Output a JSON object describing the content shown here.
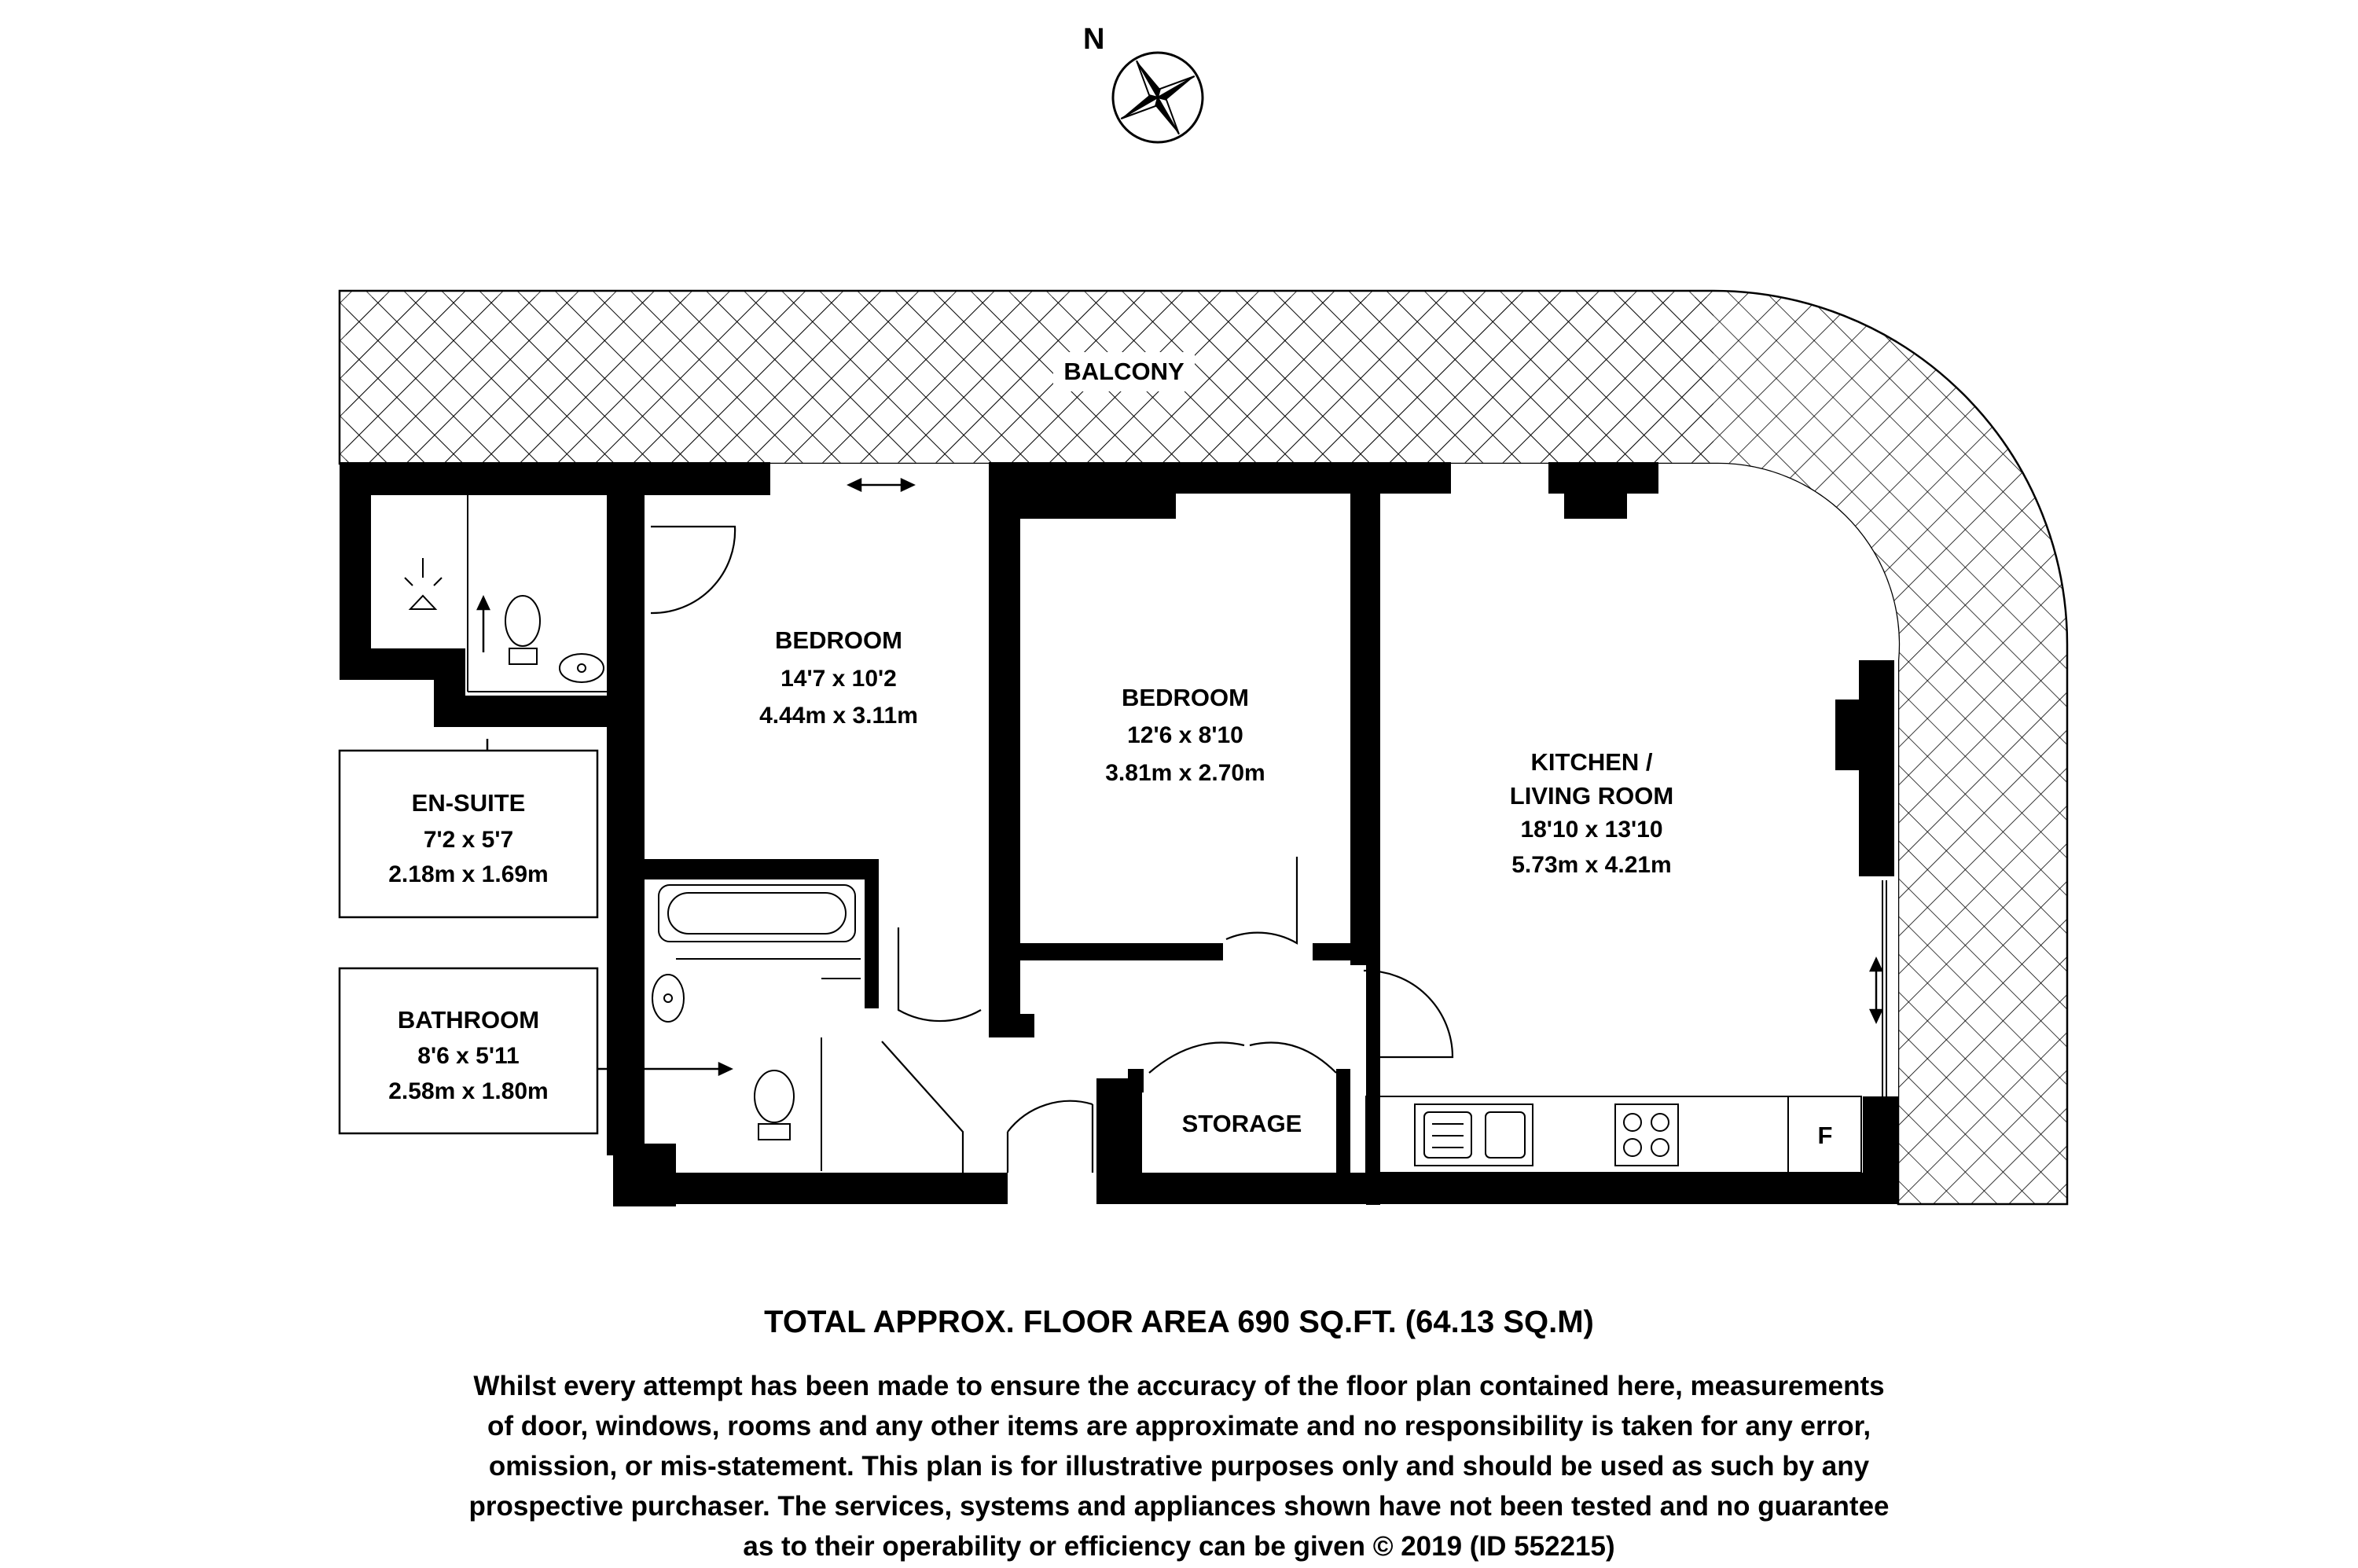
{
  "compass": {
    "label": "N"
  },
  "rooms": {
    "balcony": {
      "name": "BALCONY"
    },
    "bedroom1": {
      "name": "BEDROOM",
      "dim_imperial": "14'7 x 10'2",
      "dim_metric": "4.44m x 3.11m"
    },
    "bedroom2": {
      "name": "BEDROOM",
      "dim_imperial": "12'6 x 8'10",
      "dim_metric": "3.81m x 2.70m"
    },
    "kitchen": {
      "name_line1": "KITCHEN /",
      "name_line2": "LIVING ROOM",
      "dim_imperial": "18'10 x 13'10",
      "dim_metric": "5.73m x 4.21m"
    },
    "ensuite": {
      "name": "EN-SUITE",
      "dim_imperial": "7'2 x 5'7",
      "dim_metric": "2.18m x 1.69m"
    },
    "bathroom": {
      "name": "BATHROOM",
      "dim_imperial": "8'6 x 5'11",
      "dim_metric": "2.58m x 1.80m"
    },
    "storage": {
      "name": "STORAGE"
    },
    "fridge": {
      "label": "F"
    }
  },
  "footer": {
    "total_area": "TOTAL APPROX. FLOOR AREA 690 SQ.FT. (64.13 SQ.M)",
    "disclaimer_lines": [
      "Whilst every attempt has been made to ensure the accuracy of the floor plan contained here, measurements",
      "of door, windows, rooms and any other items are approximate and no responsibility is taken for any error,",
      "omission, or mis-statement. This plan is for illustrative purposes only and should be used as such by any",
      "prospective purchaser. The services, systems and appliances shown have not been tested and no guarantee",
      "as to their operability or efficiency can be given © 2019 (ID 552215)"
    ]
  }
}
